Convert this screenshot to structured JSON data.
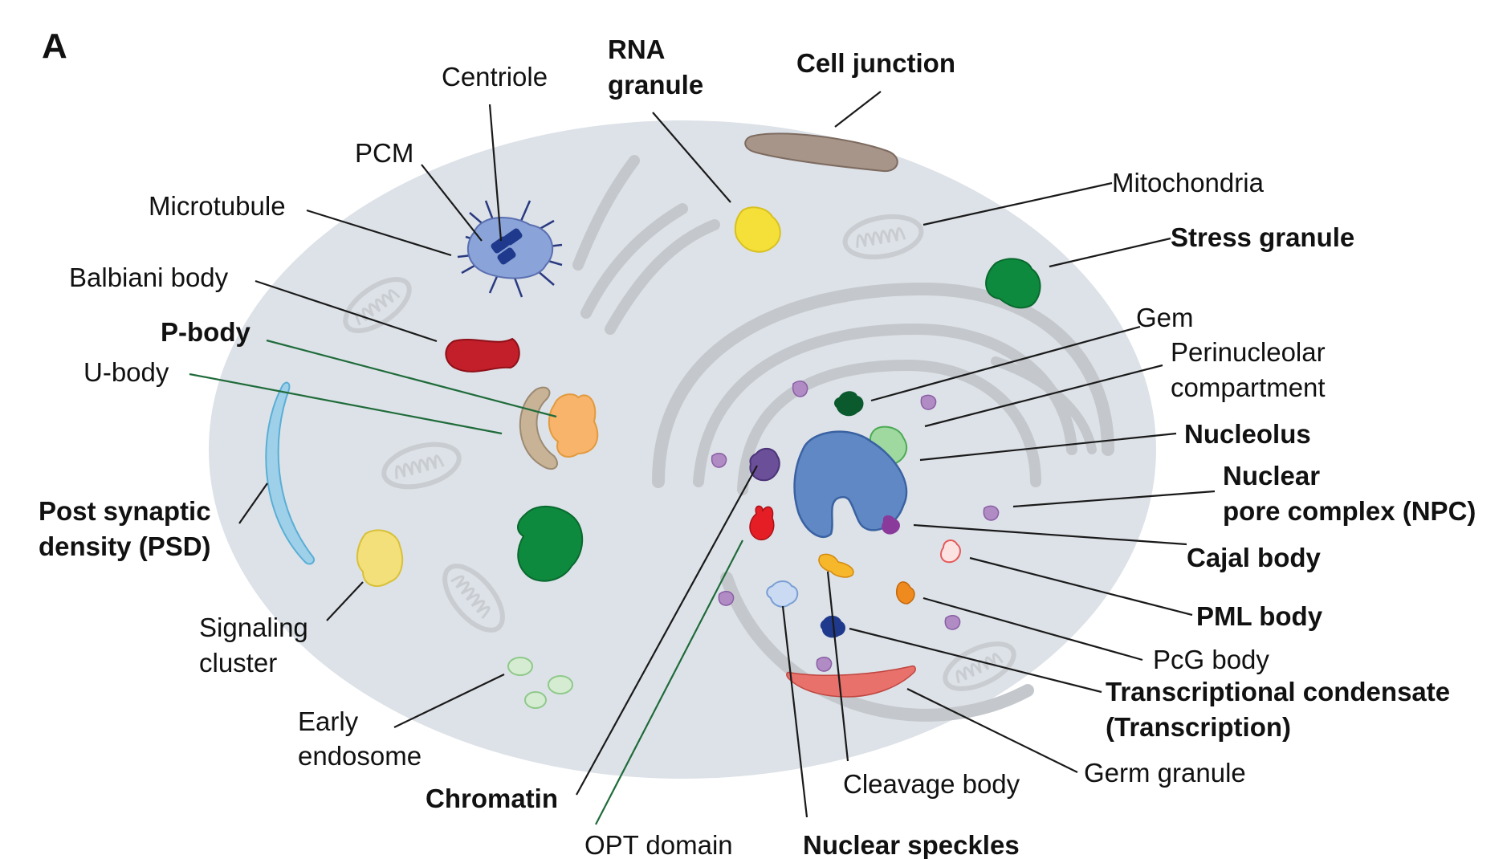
{
  "panel_label": "A",
  "labels": {
    "centriole": "Centriole",
    "pcm": "PCM",
    "microtubule": "Microtubule",
    "balbiani_body": "Balbiani body",
    "p_body": "P-body",
    "u_body": "U-body",
    "psd_1": "Post synaptic",
    "psd_2": "density (PSD)",
    "signaling_1": "Signaling",
    "signaling_2": "cluster",
    "early_1": "Early",
    "early_2": "endosome",
    "chromatin": "Chromatin",
    "opt_domain": "OPT domain",
    "rna_1": "RNA",
    "rna_2": "granule",
    "cell_junction": "Cell junction",
    "mitochondria": "Mitochondria",
    "stress_granule": "Stress granule",
    "gem": "Gem",
    "peri_1": "Perinucleolar",
    "peri_2": "compartment",
    "nucleolus": "Nucleolus",
    "npc_1": "Nuclear",
    "npc_2": "pore complex (NPC)",
    "cajal_body": "Cajal body",
    "pml_body": "PML body",
    "pcg_body": "PcG body",
    "tc_1": "Transcriptional condensate",
    "tc_2": "(Transcription)",
    "germ_granule": "Germ granule",
    "cleavage_body": "Cleavage body",
    "nuclear_speckles": "Nuclear speckles"
  },
  "colors": {
    "cytoplasm": "#dde2e8",
    "membrane_er": "#c4c8cc",
    "stress_granule": "#0e8a3e",
    "nucleolus": "#5f88c4",
    "p_body": "#f7b46a",
    "balbiani_body": "#c21f2a",
    "rna_granule": "#f5e03a",
    "cell_junction": "#a8958a",
    "psd": "#9fd0ea",
    "npc": "#b08bc4"
  }
}
